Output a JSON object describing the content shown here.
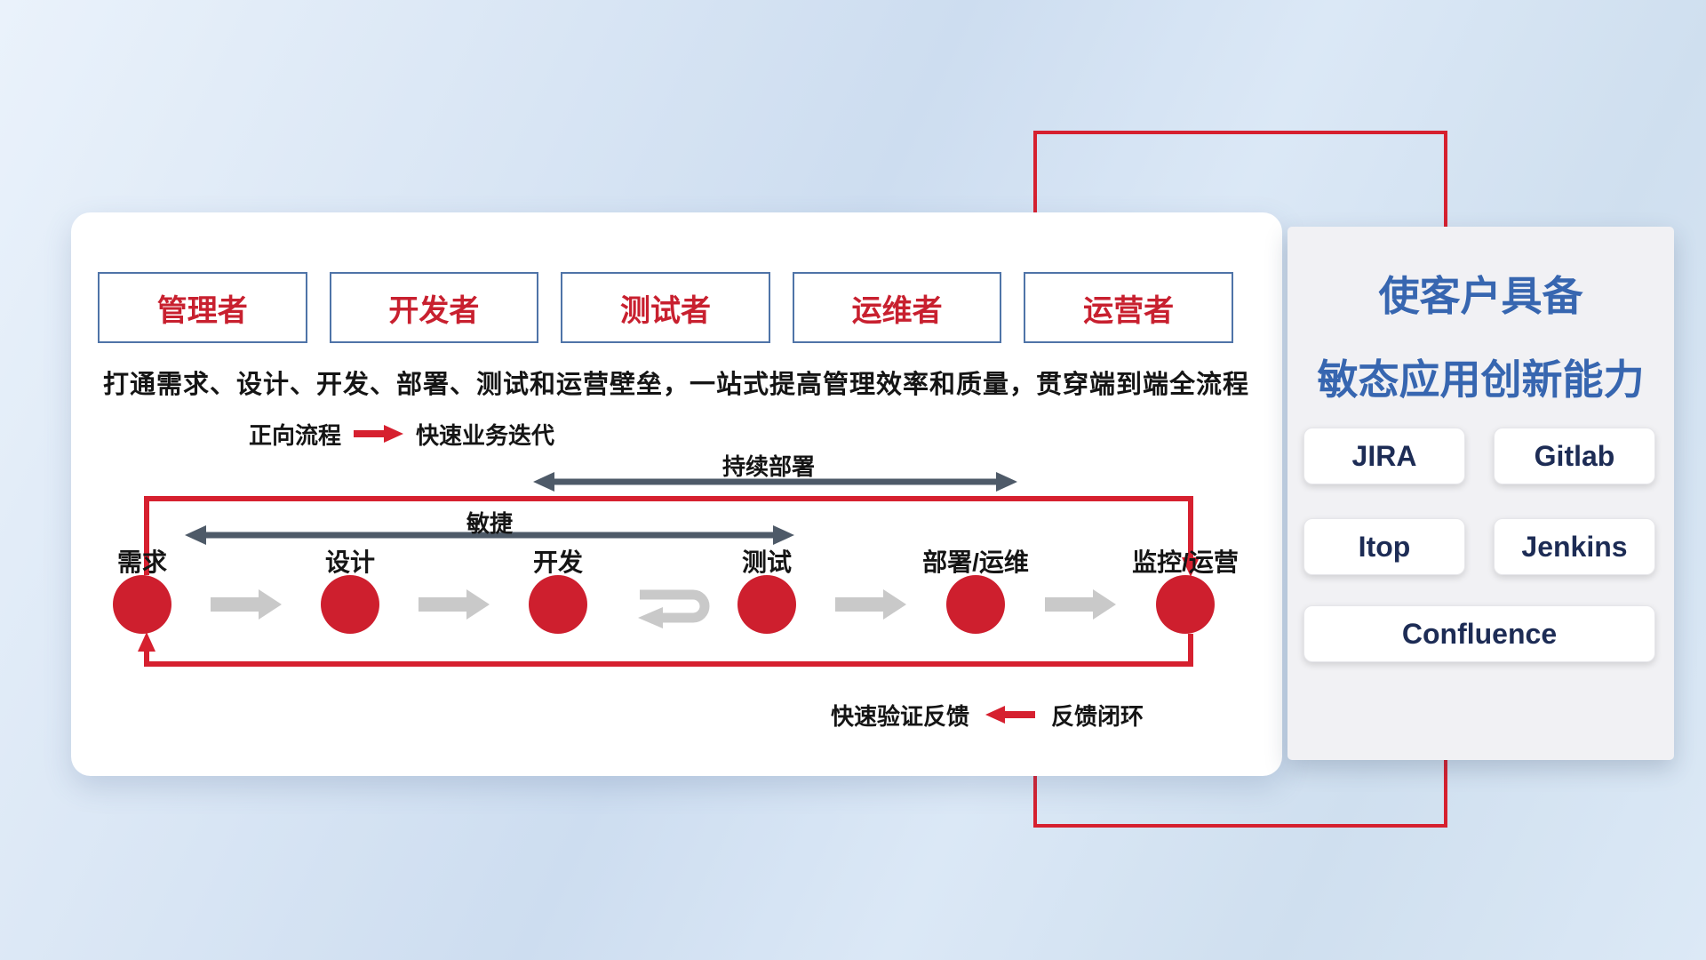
{
  "colors": {
    "accent_red": "#d6202f",
    "node_red": "#ce1f2e",
    "dark_arrow": "#4e5a68",
    "gray_arrow": "#c9c9c9",
    "role_border_blue": "#4f74a8",
    "panel_title_blue": "#3766b0",
    "tool_text_navy": "#1d2c55"
  },
  "roles": [
    {
      "label": "管理者"
    },
    {
      "label": "开发者"
    },
    {
      "label": "测试者"
    },
    {
      "label": "运维者"
    },
    {
      "label": "运营者"
    }
  ],
  "subtitle": "打通需求、设计、开发、部署、测试和运营壁垒，一站式提高管理效率和质量，贯穿端到端全流程",
  "forward_legend": {
    "label": "正向流程",
    "value": "快速业务迭代"
  },
  "span_arrows": {
    "continuous_deployment": "持续部署",
    "agile": "敏捷"
  },
  "flow": {
    "nodes": [
      {
        "label": "需求"
      },
      {
        "label": "设计"
      },
      {
        "label": "开发"
      },
      {
        "label": "测试"
      },
      {
        "label": "部署/运维"
      },
      {
        "label": "监控/运营"
      }
    ]
  },
  "feedback_legend": {
    "label": "快速验证反馈",
    "value": "反馈闭环"
  },
  "right_panel": {
    "title_line1": "使客户具备",
    "title_line2": "敏态应用创新能力",
    "tools": [
      {
        "label": "JIRA"
      },
      {
        "label": "Gitlab"
      },
      {
        "label": "Itop"
      },
      {
        "label": "Jenkins"
      },
      {
        "label": "Confluence"
      }
    ]
  }
}
